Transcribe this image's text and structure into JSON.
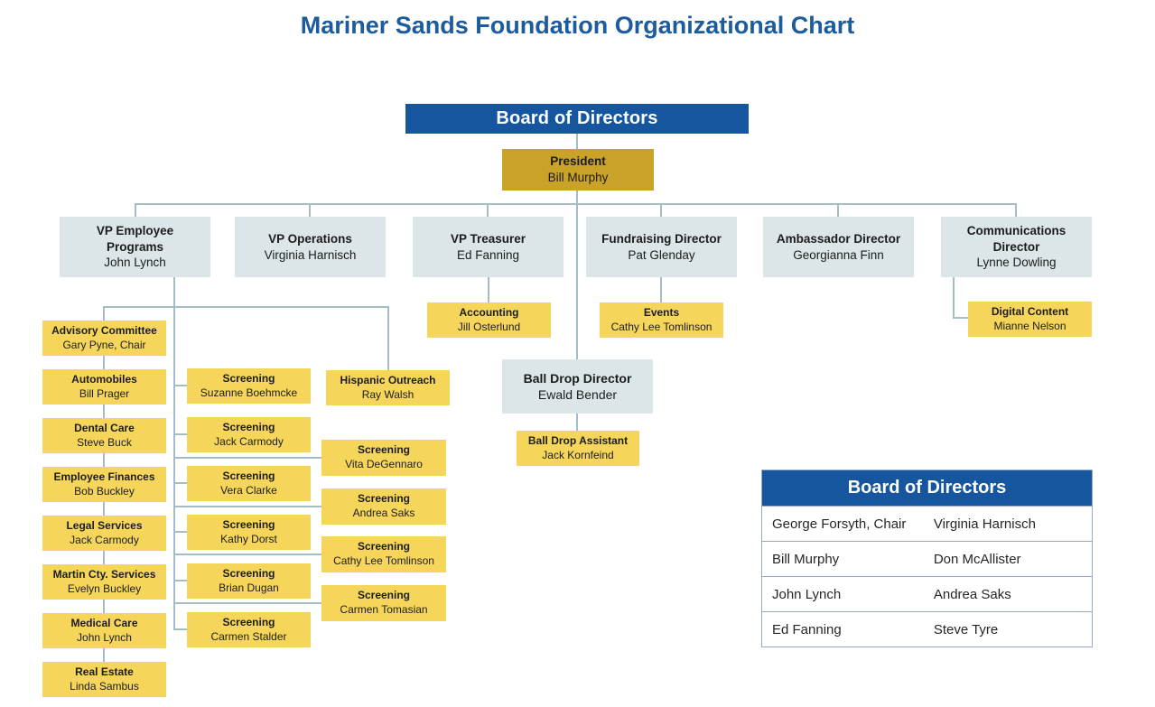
{
  "page": {
    "title": "Mariner Sands Foundation Organizational Chart"
  },
  "board_banner": "Board of Directors",
  "president": {
    "title": "President",
    "name": "Bill Murphy"
  },
  "executives": [
    {
      "title": "VP Employee Programs",
      "name": "John Lynch"
    },
    {
      "title": "VP Operations",
      "name": "Virginia Harnisch"
    },
    {
      "title": "VP Treasurer",
      "name": "Ed Fanning"
    },
    {
      "title": "Fundraising Director",
      "name": "Pat Glenday"
    },
    {
      "title": "Ambassador Director",
      "name": "Georgianna Finn"
    },
    {
      "title": "Communications Director",
      "name": "Lynne Dowling"
    }
  ],
  "accounting": {
    "title": "Accounting",
    "name": "Jill Osterlund"
  },
  "events": {
    "title": "Events",
    "name": "Cathy Lee Tomlinson"
  },
  "digital_content": {
    "title": "Digital Content",
    "name": "Mianne Nelson"
  },
  "ball_drop_director": {
    "title": "Ball Drop Director",
    "name": "Ewald Bender"
  },
  "ball_drop_assistant": {
    "title": "Ball Drop Assistant",
    "name": "Jack Kornfeind"
  },
  "committees": [
    {
      "title": "Advisory Committee",
      "name": "Gary Pyne, Chair"
    },
    {
      "title": "Automobiles",
      "name": "Bill Prager"
    },
    {
      "title": "Dental Care",
      "name": "Steve Buck"
    },
    {
      "title": "Employee Finances",
      "name": "Bob Buckley"
    },
    {
      "title": "Legal Services",
      "name": "Jack Carmody"
    },
    {
      "title": "Martin Cty. Services",
      "name": "Evelyn Buckley"
    },
    {
      "title": "Medical Care",
      "name": "John Lynch"
    },
    {
      "title": "Real Estate",
      "name": "Linda Sambus"
    }
  ],
  "screening_col1": [
    {
      "title": "Screening",
      "name": "Suzanne Boehmcke"
    },
    {
      "title": "Screening",
      "name": "Jack Carmody"
    },
    {
      "title": "Screening",
      "name": "Vera Clarke"
    },
    {
      "title": "Screening",
      "name": "Kathy Dorst"
    },
    {
      "title": "Screening",
      "name": "Brian Dugan"
    },
    {
      "title": "Screening",
      "name": "Carmen Stalder"
    }
  ],
  "hispanic_outreach": {
    "title": "Hispanic Outreach",
    "name": "Ray Walsh"
  },
  "screening_col2": [
    {
      "title": "Screening",
      "name": "Vita DeGennaro"
    },
    {
      "title": "Screening",
      "name": "Andrea Saks"
    },
    {
      "title": "Screening",
      "name": "Cathy Lee Tomlinson"
    },
    {
      "title": "Screening",
      "name": "Carmen Tomasian"
    }
  ],
  "board_table": {
    "header": "Board of Directors",
    "rows": [
      [
        "George Forsyth, Chair",
        "Virginia Harnisch"
      ],
      [
        "Bill Murphy",
        "Don McAllister"
      ],
      [
        "John Lynch",
        "Andrea Saks"
      ],
      [
        "Ed Fanning",
        "Steve Tyre"
      ]
    ]
  },
  "colors": {
    "header_blue": "#15569E",
    "title_blue": "#1C5C9C",
    "gold": "#C9A227",
    "yellow": "#F5D65A",
    "slate": "#DCE6E8",
    "line": "#A5BDC4"
  }
}
